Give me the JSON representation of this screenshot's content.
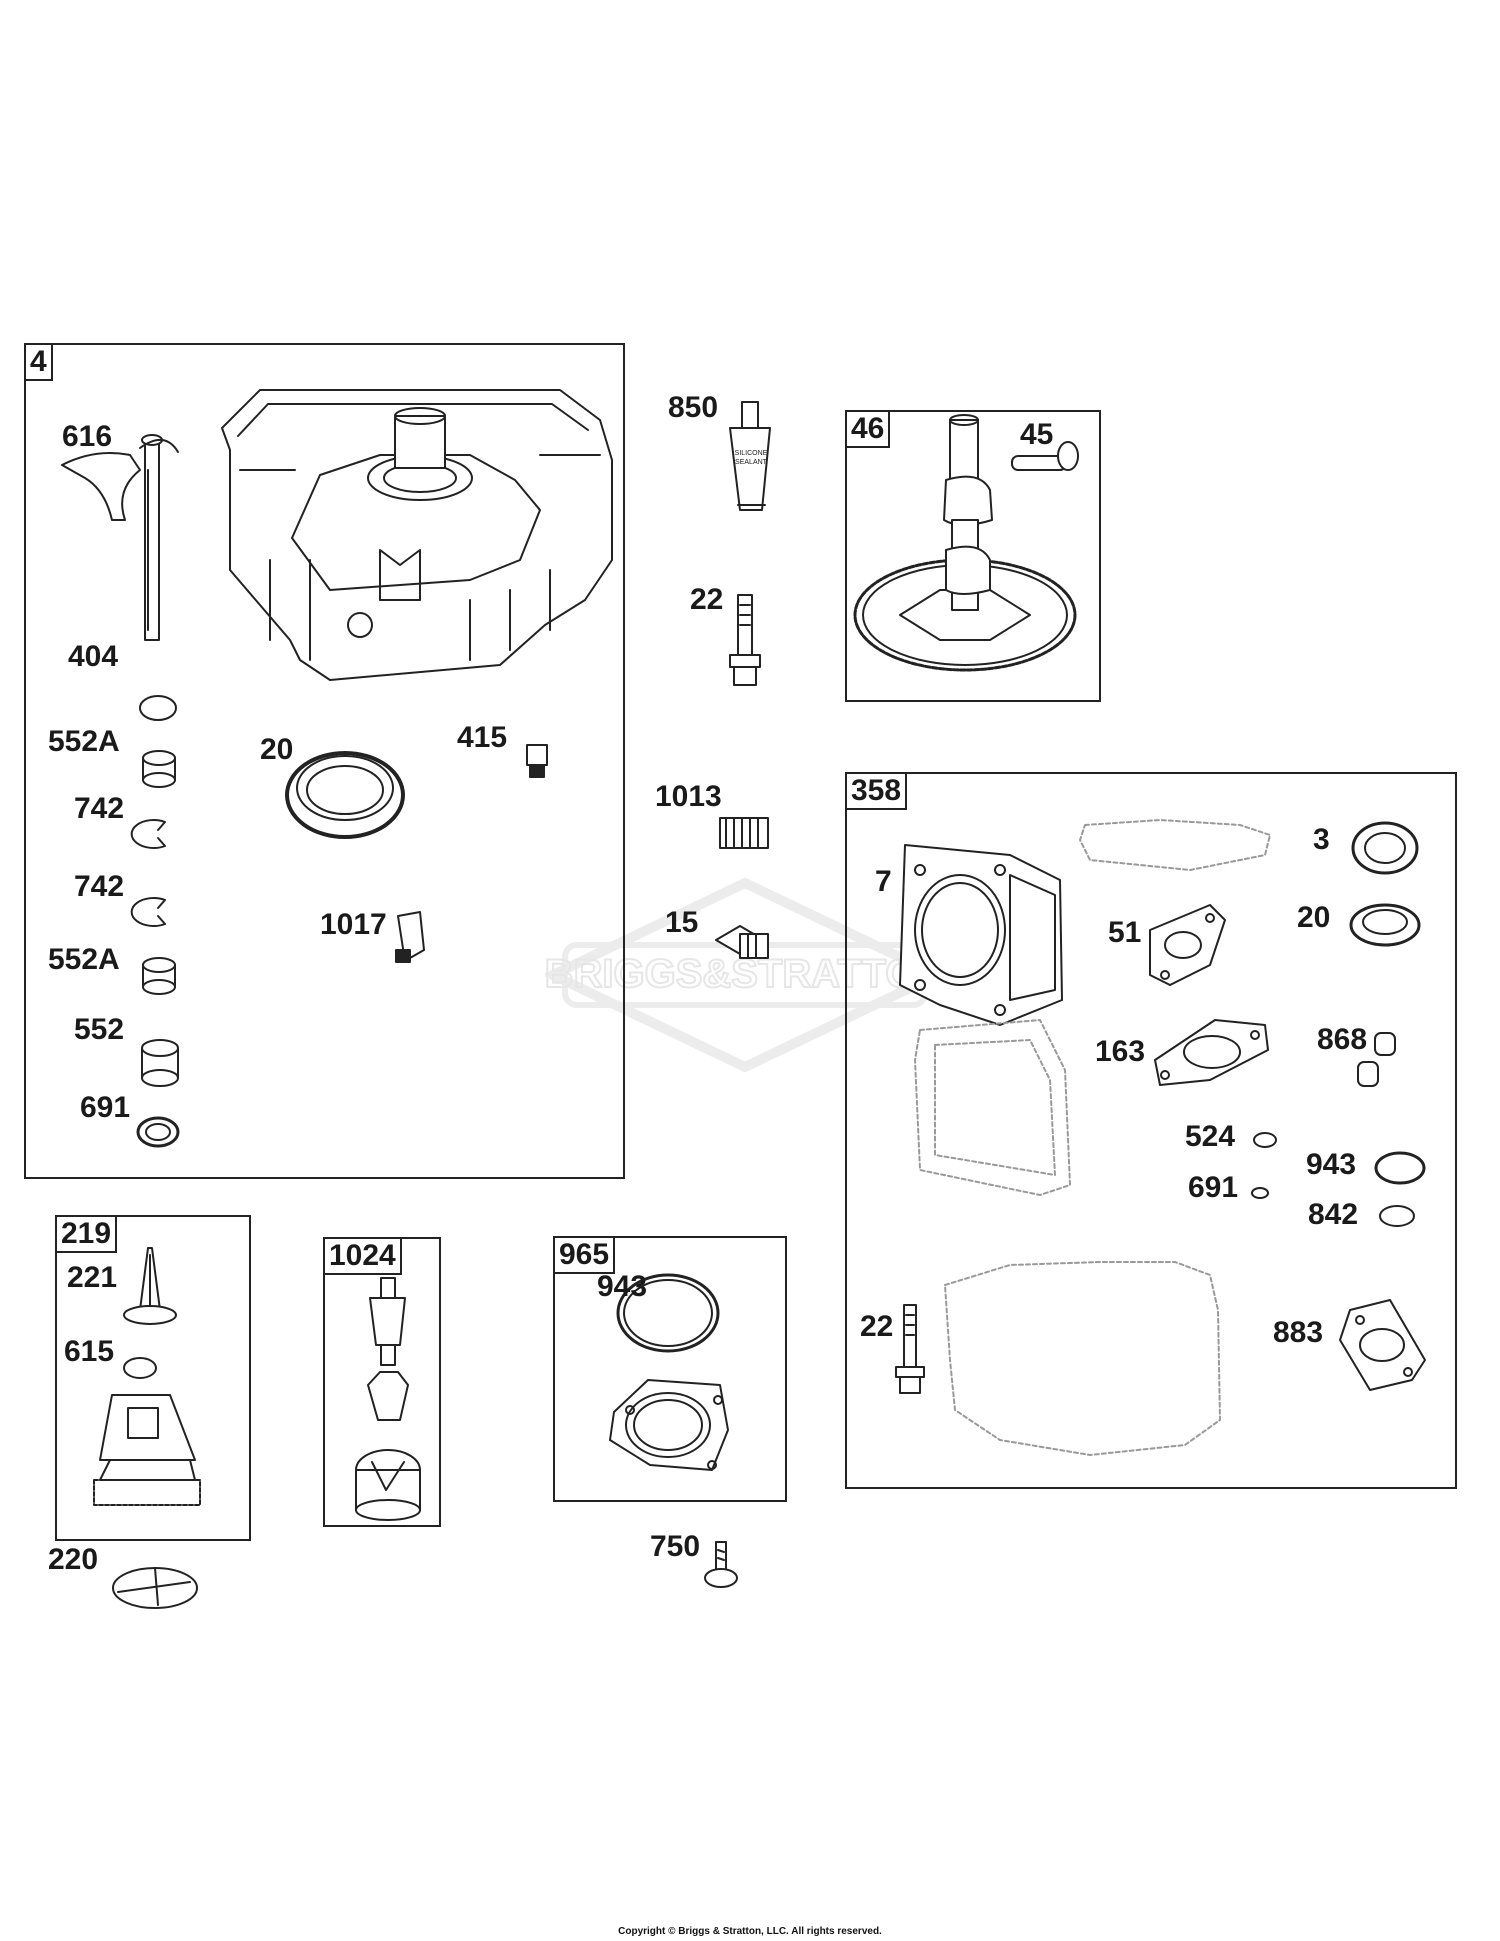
{
  "watermark": {
    "text": "BRIGGS&STRATTON"
  },
  "kits": {
    "k4": "4",
    "k46": "46",
    "k358": "358",
    "k219": "219",
    "k1024": "1024",
    "k965": "965"
  },
  "callouts": {
    "c616": "616",
    "c404": "404",
    "c552a_1": "552A",
    "c742_1": "742",
    "c742_2": "742",
    "c552a_2": "552A",
    "c552": "552",
    "c691_1": "691",
    "c20_1": "20",
    "c415": "415",
    "c1017": "1017",
    "c850": "850",
    "c22_1": "22",
    "c1013": "1013",
    "c15": "15",
    "c45": "45",
    "c7": "7",
    "c51": "51",
    "c163": "163",
    "c3": "3",
    "c20_2": "20",
    "c868": "868",
    "c524": "524",
    "c691_2": "691",
    "c943_1": "943",
    "c842": "842",
    "c22_2": "22",
    "c883": "883",
    "c221": "221",
    "c615": "615",
    "c220": "220",
    "c943_2": "943",
    "c750": "750"
  },
  "tube_label": {
    "line1": "SILICONE",
    "line2": "SEALANT"
  },
  "copyright": "Copyright © Briggs & Stratton, LLC. All rights reserved."
}
